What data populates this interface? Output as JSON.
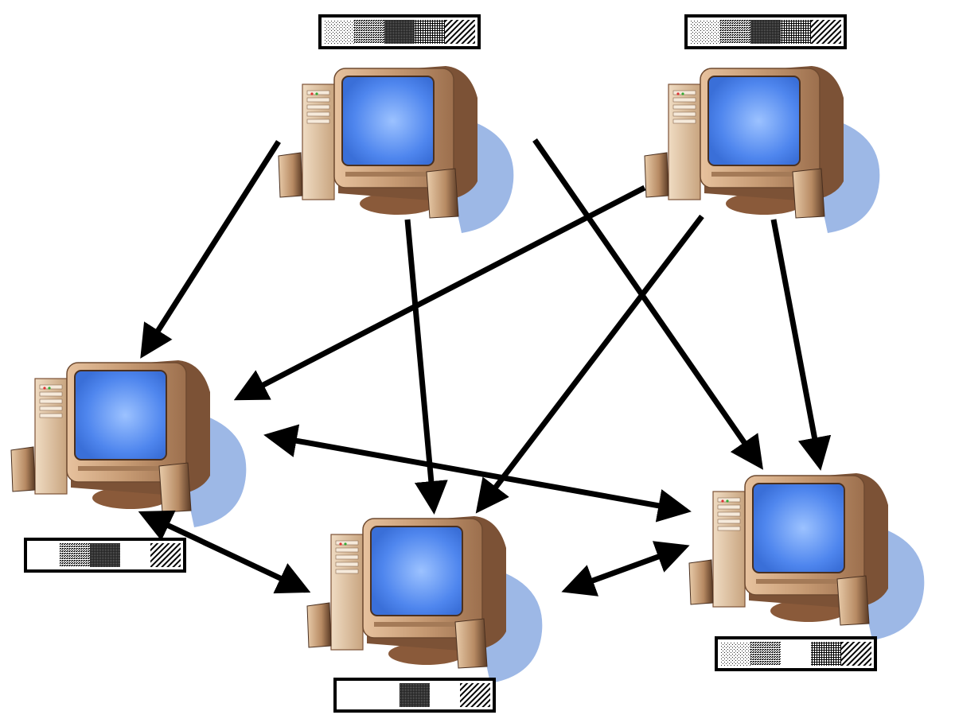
{
  "diagram": {
    "nodes": [
      {
        "id": "top-center",
        "chunks": [
          "dots-light",
          "dots-dark",
          "solid-dark",
          "grid",
          "hatch"
        ]
      },
      {
        "id": "top-right",
        "chunks": [
          "dots-light",
          "dots-dark",
          "solid-dark",
          "grid",
          "hatch"
        ]
      },
      {
        "id": "left",
        "chunks": [
          "empty",
          "dots-dark",
          "solid-dark",
          "empty",
          "hatch"
        ]
      },
      {
        "id": "bottom-center",
        "chunks": [
          "empty",
          "empty",
          "solid-dark",
          "empty",
          "hatch"
        ]
      },
      {
        "id": "right",
        "chunks": [
          "dots-light",
          "dots-dark",
          "empty",
          "grid",
          "hatch"
        ]
      }
    ],
    "edges": [
      {
        "from": "top-center",
        "to": "left",
        "direction": "one-way"
      },
      {
        "from": "top-center",
        "to": "bottom-center",
        "direction": "one-way"
      },
      {
        "from": "top-center",
        "to": "right",
        "direction": "one-way"
      },
      {
        "from": "top-right",
        "to": "left",
        "direction": "one-way"
      },
      {
        "from": "top-right",
        "to": "bottom-center",
        "direction": "one-way"
      },
      {
        "from": "top-right",
        "to": "right",
        "direction": "one-way"
      },
      {
        "from": "left",
        "to": "right",
        "direction": "two-way"
      },
      {
        "from": "left",
        "to": "bottom-center",
        "direction": "two-way"
      },
      {
        "from": "bottom-center",
        "to": "right",
        "direction": "two-way"
      }
    ],
    "colors": {
      "screen": "#4f86ee",
      "screen_glow": "#9cc2ff",
      "body": "#c69a73",
      "body_dark": "#7c5236",
      "shadow": "#9db8e6",
      "arrow": "#000000"
    }
  }
}
